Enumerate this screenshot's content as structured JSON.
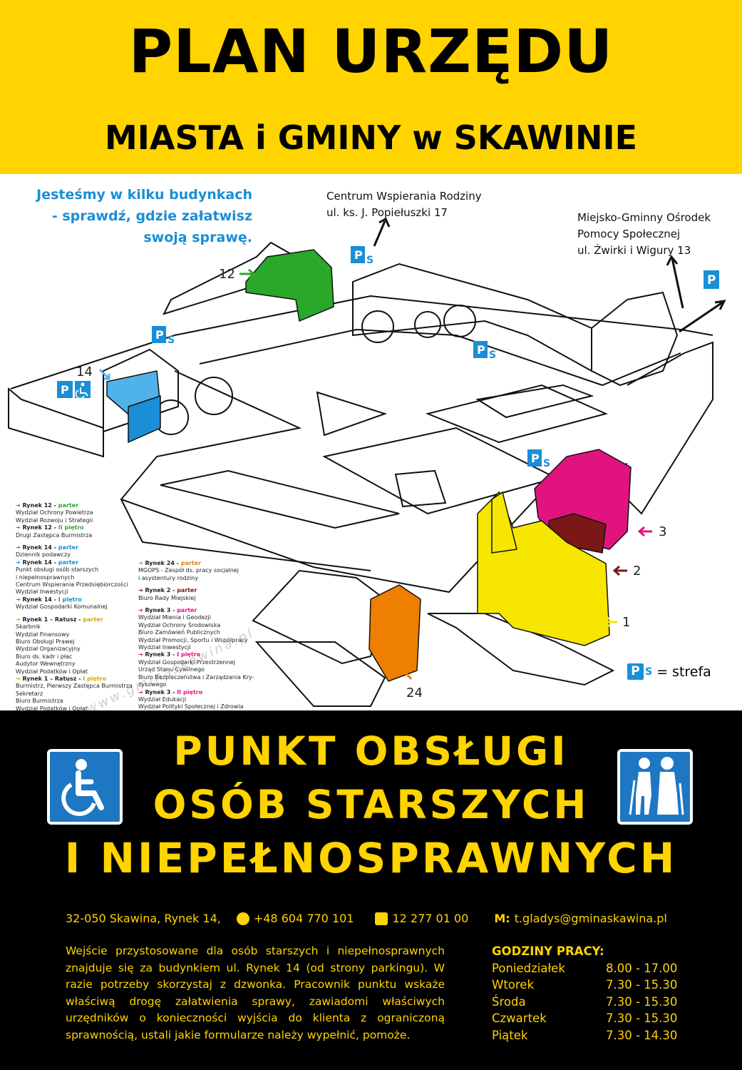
{
  "header": {
    "title": "PLAN URZĘDU",
    "subtitle": "MIASTA i GMINY w SKAWINIE",
    "bg_color": "#ffd400"
  },
  "map": {
    "intro": [
      "Jesteśmy w kilku budynkach",
      "- sprawdź, gdzie załatwisz",
      "swoją sprawę."
    ],
    "location_1": [
      "Centrum Wspierania Rodziny",
      "ul. ks. J. Popiełuszki 17"
    ],
    "location_2": [
      "Miejsko-Gminny Ośrodek",
      "Pomocy Społecznej",
      "ul. Żwirki i Wigury 13"
    ],
    "watermark": "www.gminaskawina.pl",
    "building_numbers": {
      "b12": "12",
      "b14": "14",
      "b3": "3",
      "b2": "2",
      "b1": "1",
      "b24": "24"
    },
    "parking_label": "P",
    "parking_zone_suffix": "S",
    "zone_legend": "= strefa",
    "colors": {
      "green": "#2aa82a",
      "blue": "#4fb3ea",
      "magenta": "#e0137f",
      "maroon": "#7a1818",
      "yellow": "#f7e600",
      "orange": "#ee7f00",
      "parking": "#1a8ed6"
    }
  },
  "legend_left": [
    {
      "h": "Rynek 12 - ",
      "hc": "parter",
      "items": [
        "Wydział Ochrony Powietrza",
        "Wydział Rozwoju i Strategii"
      ]
    },
    {
      "h": "Rynek 12 - ",
      "hc": "II piętro",
      "items": [
        "Drugi Zastępca Burmistrza"
      ]
    },
    {
      "h": "Rynek 14 - ",
      "hc": "parter",
      "items": [
        "Dziennik podawczy"
      ]
    },
    {
      "h": "Rynek 14 - ",
      "hc": "parter",
      "items": [
        "Punkt obsługi osób starszych",
        "i niepełnosprawnych",
        "Centrum Wspierania Przedsiębiorczości",
        "Wydział Inwestycji"
      ]
    },
    {
      "h": "Rynek 14 - ",
      "hc": "I piętro",
      "items": [
        "Wydział Gospodarki Komunalnej"
      ]
    },
    {
      "h": "Rynek 1 – Ratusz - ",
      "hc": "parter",
      "items": [
        "Skarbnik",
        "Wydział Finansowy",
        "Biuro Obsługi Prawej",
        "Wydział Organizacyjny",
        "Biuro ds. kadr i płac",
        "Audytor Wewnętrzny",
        "Wydział Podatków i Opłat"
      ]
    },
    {
      "h": "Rynek 1 – Ratusz - ",
      "hc": "I piętro",
      "items": [
        "Burmistrz, Pierwszy Zastępca Burmistrza",
        "Sekretarz",
        "Biuro Burmistrza",
        "Wydział Podatków i Opłat"
      ]
    }
  ],
  "legend_right": [
    {
      "h": "Rynek 24 - ",
      "hc": "parter",
      "items": [
        "MGOPS - Zespół ds. pracy socjalnej",
        "i asystentury rodziny"
      ]
    },
    {
      "h": "Rynek 2 - ",
      "hc": "parter",
      "items": [
        "Biuro Rady Miejskiej"
      ]
    },
    {
      "h": "Rynek 3 - ",
      "hc": "parter",
      "items": [
        "Wydział Mienia i Geodezji",
        "Wydział Ochrony Środowiska",
        "Biuro Zamówień  Publicznych",
        "Wydział Promocji, Sportu i Współpracy",
        "Wydział Inwestycji"
      ]
    },
    {
      "h": "Rynek 3 - ",
      "hc": "I piętro",
      "items": [
        "Wydział Gospodarki Przestrzennej",
        "Urząd Stanu Cywilnego",
        "Biuro Bezpieczeństwa i Zarządzania Kry-",
        "zysowego"
      ]
    },
    {
      "h": "Rynek 3 - ",
      "hc": "II piętro",
      "items": [
        "Wydział Edukacji",
        "Wydział Polityki Społecznej i Zdrowia"
      ]
    }
  ],
  "footer": {
    "title_lines": [
      "PUNKT OBSŁUGI",
      "OSÓB STARSZYCH",
      "I NIEPEŁNOSPRAWNYCH"
    ],
    "address": "32-050 Skawina, Rynek 14,",
    "phone_mobile": "+48 604 770 101",
    "phone": "12 277 01 00",
    "mail_label": "M:",
    "email": "t.gladys@gminaskawina.pl",
    "description": "Wejście przystosowane dla osób starszych i niepełnosprawnych znajduje się za budynkiem ul. Rynek 14 (od strony parkingu). W razie potrzeby skorzystaj z dzwonka. Pracownik punktu wskaże właściwą drogę załatwienia sprawy, zawiadomi właściwych urzędników o konieczności wyjścia do klienta z ograniczoną sprawnością, ustali jakie formularze należy wypełnić, pomoże.",
    "hours_title": "GODZINY PRACY:",
    "hours": [
      {
        "day": "Poniedziałek",
        "time": "8.00 - 17.00"
      },
      {
        "day": "Wtorek",
        "time": "7.30 - 15.30"
      },
      {
        "day": "Środa",
        "time": "7.30 - 15.30"
      },
      {
        "day": "Czwartek",
        "time": "7.30 - 15.30"
      },
      {
        "day": "Piątek",
        "time": "7.30 - 14.30"
      }
    ]
  }
}
